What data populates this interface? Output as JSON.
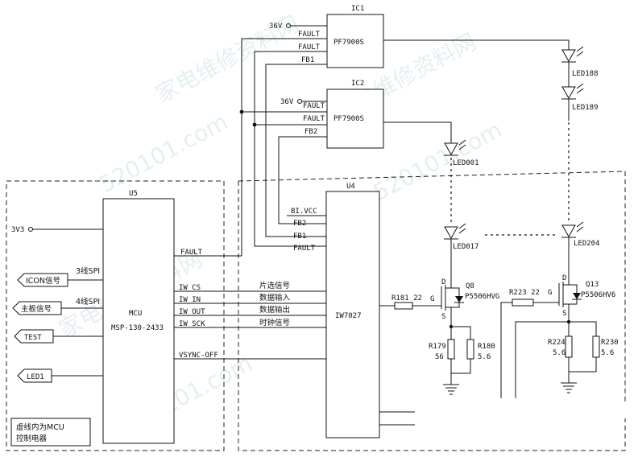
{
  "ic1": {
    "ref": "IC1",
    "part": "PF7900S",
    "pin_36v": "36V",
    "pin_fault_a": "FAULT",
    "pin_fault_b": "FAULT",
    "pin_fb": "FB1"
  },
  "ic2": {
    "ref": "IC2",
    "part": "PF7900S",
    "pin_36v": "36V",
    "pin_fault_a": "FAULT",
    "pin_fault_b": "FAULT",
    "pin_fb": "FB2"
  },
  "u5": {
    "ref": "U5",
    "name_line1": "MCU",
    "name_line2": "MSP-130-2433",
    "pin_fault": "FAULT",
    "pin_cs": "IW CS",
    "pin_in": "IW IN",
    "pin_out": "IW OUT",
    "pin_sck": "IW SCK",
    "pin_vsync": "VSYNC-OFF"
  },
  "u4": {
    "ref": "U4",
    "name": "IW7027",
    "pin_bivcc": "BI.VCC",
    "pin_fb2": "FB2",
    "pin_fb1": "FB1",
    "pin_fault": "FAULT"
  },
  "inputs": {
    "v3v3": "3V3",
    "icon": "ICON信号",
    "main": "主板信号",
    "test": "TEST",
    "led1": "LED1",
    "spi_a": "3线SPI",
    "spi_b": "4线SPI"
  },
  "signals": {
    "cs": "片选信号",
    "data_in": "数据输入",
    "data_out": "数据输出",
    "clock": "时钟信号"
  },
  "leds": {
    "led188": "LED188",
    "led189": "LED189",
    "led001": "LED001",
    "led017": "LED017",
    "led204": "LED204"
  },
  "q8": {
    "ref": "Q8",
    "part": "P5506HVG",
    "d": "D",
    "g": "G",
    "s": "S"
  },
  "q13": {
    "ref": "Q13",
    "part": "P5506HV6",
    "d": "D",
    "g": "G",
    "s": "S"
  },
  "resistors": {
    "r181": "R181 22",
    "r223": "R223 22",
    "r179": "R179",
    "r179_val": "56",
    "r180": "R180",
    "r180_val": "5.6",
    "r224": "R224",
    "r224_val": "5.6",
    "r230": "R230",
    "r230_val": "5.6"
  },
  "note": {
    "line1": "虚线内为MCU",
    "line2": "控制电器"
  },
  "watermarks": {
    "wm1": "家电维修资料网",
    "wm2": "520101.com",
    "wm3": "家电维修资料网",
    "wm4": "520101.com",
    "wm5": "家电维修资料网",
    "wm6": "520101.com"
  }
}
